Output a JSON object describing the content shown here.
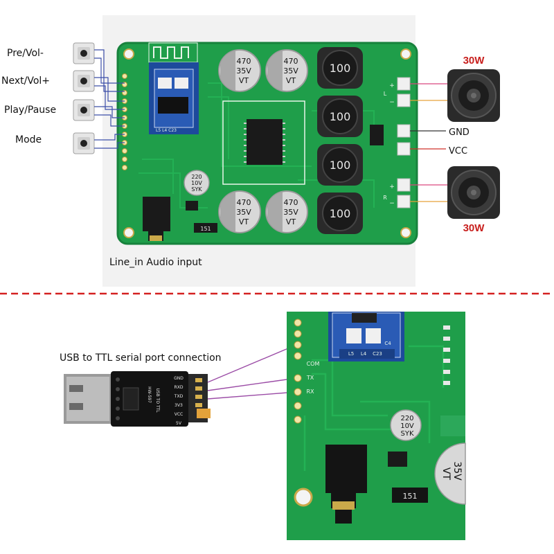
{
  "top_diagram": {
    "buttons": [
      {
        "label": "Pre/Vol-"
      },
      {
        "label": "Next/Vol+"
      },
      {
        "label": "Play/Pause"
      },
      {
        "label": "Mode"
      }
    ],
    "line_in_label": "Line_in Audio input",
    "speaker_top_label": "30W",
    "speaker_bottom_label": "30W",
    "gnd_label": "GND",
    "vcc_label": "VCC",
    "inductor_value": "100",
    "cap_top": [
      "470",
      "35V",
      "VT"
    ],
    "cap_small": [
      "220",
      "10V",
      "SYK"
    ],
    "resistor_code": "151",
    "terminal_plus": "+",
    "terminal_minus": "−",
    "pcb_channel_l": "L",
    "pcb_channel_r": "R"
  },
  "bottom_diagram": {
    "usb_label": "USB to TTL serial port connection",
    "adapter_model": "HW-597",
    "adapter_text": "USB TO TTL",
    "adapter_pins": [
      "GND",
      "RXD",
      "TXD",
      "3V3",
      "VCC",
      "5V"
    ],
    "pcb_pins": [
      "COM",
      "TX",
      "RX"
    ],
    "bt_module_labels": [
      "L5",
      "L4",
      "C23",
      "C4"
    ],
    "cap_small": [
      "220",
      "10V",
      "SYK"
    ],
    "cap_big": [
      "35V",
      "VT"
    ],
    "resistor_code": "151"
  },
  "colors": {
    "pcb": "#1f9e4a",
    "pcb_dark": "#17823c",
    "divider": "#d42020",
    "wire_blue": "#3b4ea8",
    "wire_purple": "#9b4ca6",
    "wire_orange": "#e6a23a",
    "wire_pink": "#d9487f",
    "wire_dark": "#333333",
    "wire_red": "#d0302a",
    "accent_red": "#c8201e"
  }
}
